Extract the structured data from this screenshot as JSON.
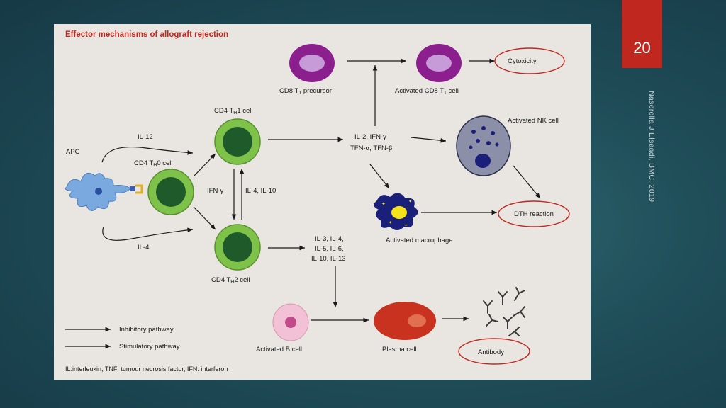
{
  "slide": {
    "number": "20",
    "credit": "Naserolla J Elsaadi, BMC, 2019"
  },
  "figure": {
    "title": "Effector mechanisms of allograft rejection",
    "labels": {
      "apc": "APC",
      "il12": "IL-12",
      "il4_left": "IL-4",
      "cd4_th0_base": "CD4 T",
      "cd4_th0_sub": "H",
      "cd4_th0_tail": "0 cell",
      "cd4_th1_base": "CD4 T",
      "cd4_th1_sub": "H",
      "cd4_th1_tail": "1 cell",
      "cd4_th2_base": "CD4 T",
      "cd4_th2_sub": "H",
      "cd4_th2_tail": "2 cell",
      "ifn_gamma": "IFN-γ",
      "il4_il10": "IL-4, IL-10",
      "cd8_precursor_base": "CD8 T",
      "cd8_precursor_sub": "1",
      "cd8_precursor_tail": " precursor",
      "cd8_activated_base": "Activated CD8 T",
      "cd8_activated_sub": "1",
      "cd8_activated_tail": " cell",
      "cytotoxicity": "Cytoxicity",
      "nk_cell": "Activated NK cell",
      "cytokines1_line1": "IL-2, IFN-γ",
      "cytokines1_line2": "TFN-α, TFN-β",
      "macrophage": "Activated macrophage",
      "dth": "DTH reaction",
      "cytokines2_line1": "IL-3, IL-4,",
      "cytokines2_line2": "IL-5, IL-6,",
      "cytokines2_line3": "IL-10, IL-13",
      "b_cell": "Activated B cell",
      "plasma_cell": "Plasma cell",
      "antibody": "Antibody",
      "legend_inhibitory": "Inhibitory pathway",
      "legend_stimulatory": "Stimulatory pathway",
      "footnote": "IL:interleukin, TNF: tumour necrosis factor, IFN: interferon"
    },
    "colors": {
      "th_outer": "#7ec24a",
      "th_inner": "#1e5a2a",
      "cd8_outer": "#8b1f8e",
      "cd8_inner": "#c79ad8",
      "apc": "#7aa9e0",
      "nk": "#8b8fa8",
      "macrophage": "#1a1f7a",
      "bcell": "#f2c1d6",
      "plasma": "#c8321f",
      "highlight": "#c0271f"
    }
  }
}
